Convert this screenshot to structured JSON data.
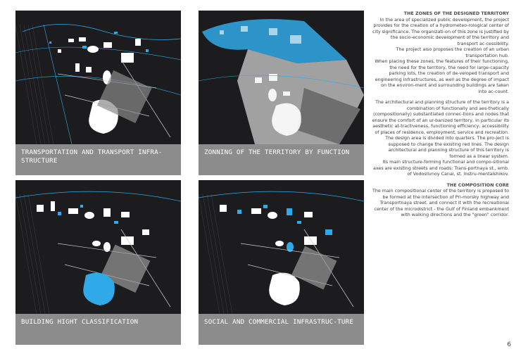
{
  "panels": [
    {
      "caption": "TRANSPORTATION AND TRANSPORT INFRA-STRUCTURE"
    },
    {
      "caption": "ZONNING OF THE TERRITORY BY FUNCTION"
    },
    {
      "caption": "BUILDING HIGHT CLASSIFICATION"
    },
    {
      "caption": "SOCIAL AND COMMERCIAL INFRASTRUC-TURE"
    }
  ],
  "text": {
    "heading1": "THE ZONES OF THE DESIGNED TERRITORY",
    "para1": "In the area of specialized public development, the project provides for the creation of a hydrometeo-rological center of city significance. The organizati-on of this zone is justified by the socio-economic development of the territory and transport ac-cessibility.",
    "para2": "The project also proposes the creation of an urban transportation hub.",
    "para3": "When placing these zones, the features of their functioning, the need for the territory, the need for large-capacity parking lots, the creation of de-veloped transport and engineering infrastructures, as well as the degree of impact on the environ-ment and surrounding buildings are taken into ac-count.",
    "para4": "The architectural and planning structure of the territory is a combination of functionally and aes-thetically (compositionally) substantiated connec-tions and nodes that ensure the comfort of an ur-banized territory, in particular its aesthetic at-tractiveness, functioning efficiency, accessibility of places of residence, employment, service and recreation.",
    "para5": "The design area is divided into quarters. The pro-ject is supposed to change the existing red lines. The design architectural and planning structure of this territory is formed as a linear system.",
    "para6": "Its main structure-forming functional and compo-sitional axes are existing streets and roads: Trans-portnaya st., emb. of Vodoslivnoy Canal, st. Instru-mentalshikov.",
    "heading2": "THE COMPOSITION CORE",
    "para7": "The main compositional center of the territory is proposed to be formed at the intersection of Pri-morsky highway and Transportnaya street. and connect it with the recreational center of the microdistrict - the Gulf of Finland embankment with walking directions and the \"green\" corridor."
  },
  "page_number": "6",
  "colors": {
    "map_background": "#1c1c1e",
    "caption_band": "#8c8c8c",
    "highlight_blue": "#2fa9e8",
    "building_white": "#e8e8e8",
    "land_gray": "#9a9a9a"
  }
}
